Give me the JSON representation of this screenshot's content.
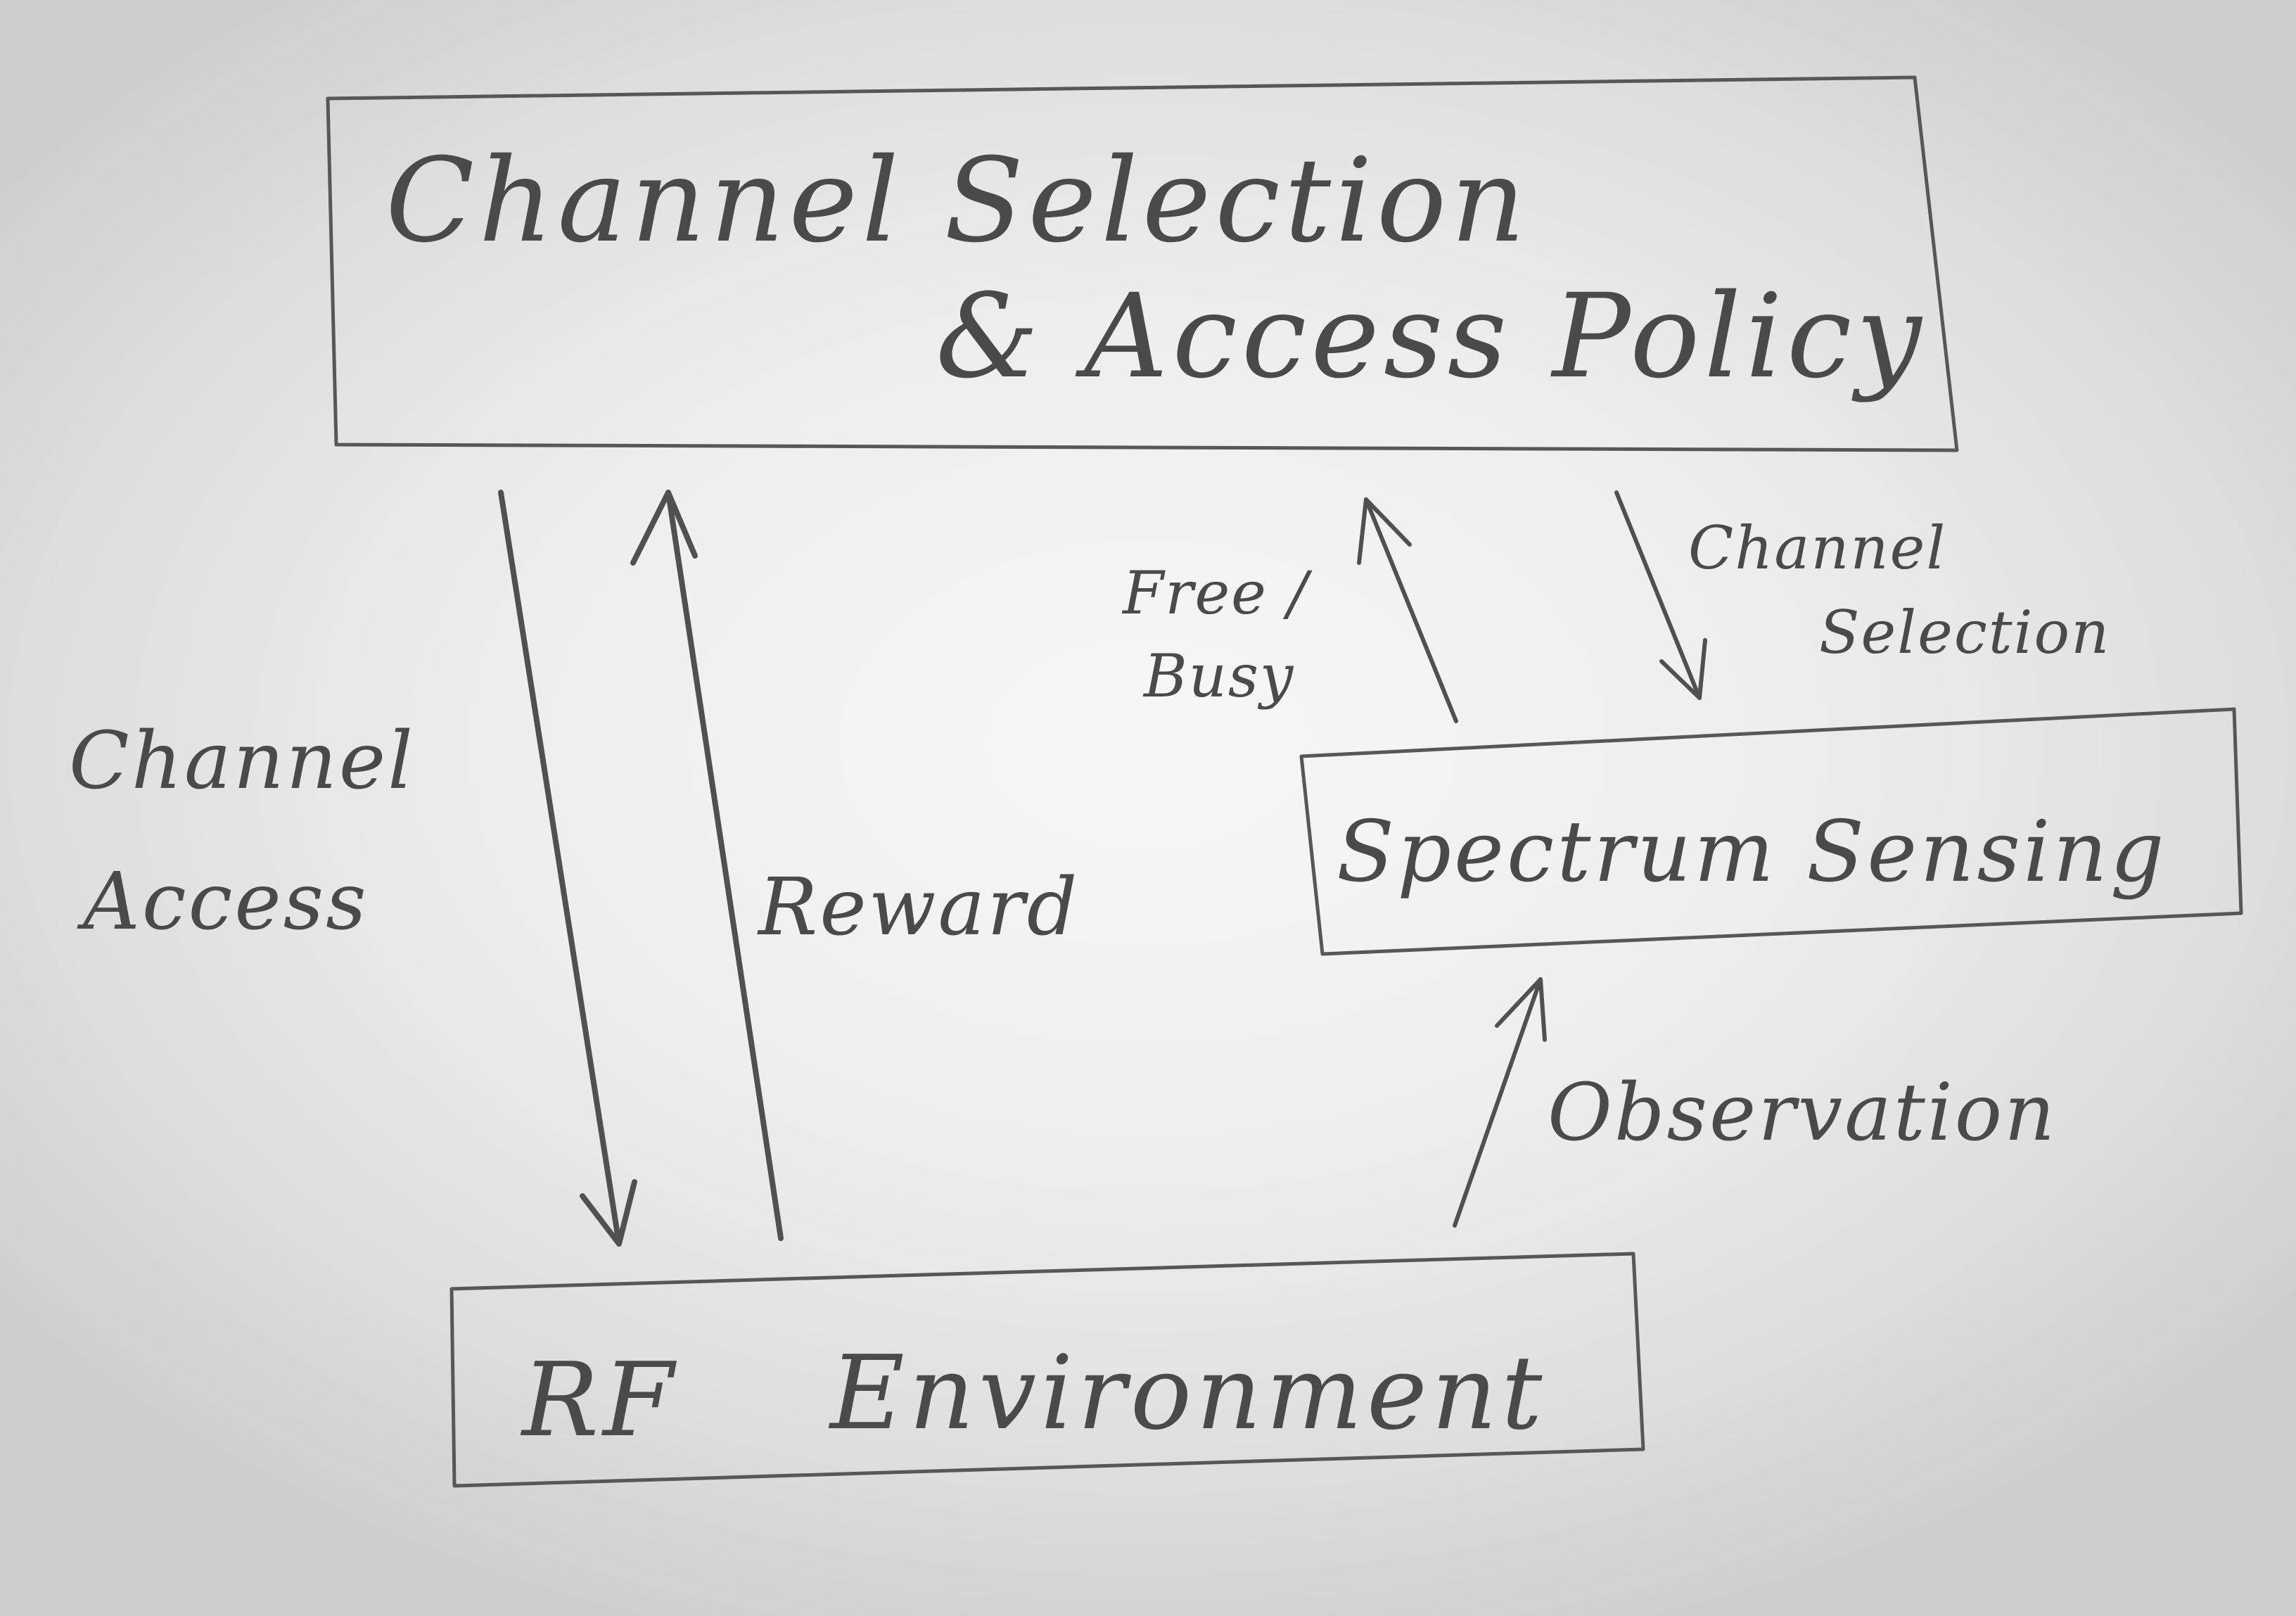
{
  "nodes": {
    "policy": {
      "line1": "Channel Selection",
      "line2": "& Access Policy"
    },
    "sensing": {
      "label": "Spectrum Sensing"
    },
    "environment": {
      "label_rf": "RF",
      "label_env": "Environment"
    }
  },
  "edges": {
    "channel_access": {
      "line1": "Channel",
      "line2": "Access"
    },
    "reward": {
      "label": "Reward"
    },
    "free_busy": {
      "line1": "Free /",
      "line2": "Busy"
    },
    "channel_selection": {
      "line1": "Channel",
      "line2": "Selection"
    },
    "observation": {
      "label": "Observation"
    }
  },
  "colors": {
    "ink": "#4a4a4a",
    "paper": "#efefef"
  }
}
